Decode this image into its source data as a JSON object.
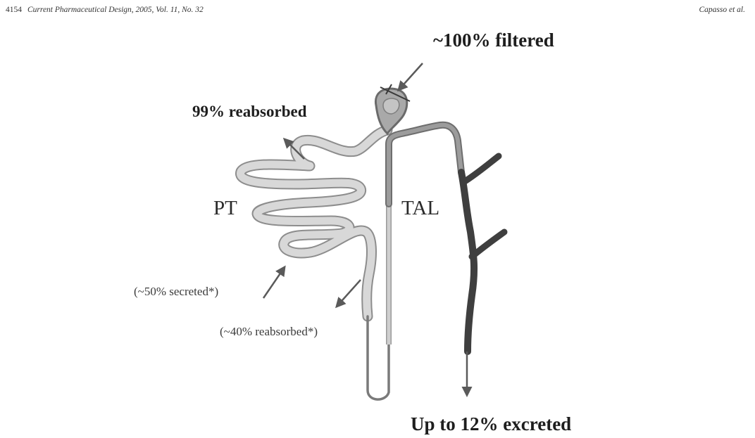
{
  "header": {
    "page_number": "4154",
    "journal_citation": "Current Pharmaceutical Design, 2005, Vol. 11, No. 32",
    "author": "Capasso et al."
  },
  "diagram": {
    "labels": {
      "filtered": "~100% filtered",
      "reabsorbed_pt": "99% reabsorbed",
      "pt": "PT",
      "tal": "TAL",
      "secreted": "(~50% secreted*)",
      "reabsorbed_loop": "(~40% reabsorbed*)",
      "excreted": "Up to 12% excreted"
    },
    "colors": {
      "proximal_tubule": "#d4d4d4",
      "thin_limb_loop": "#8a8a8a",
      "thick_ascending_limb": "#8c8c8c",
      "collecting_duct": "#4a4a4a",
      "glomerulus": "#9a9a9a",
      "arrow": "#5a5a5a"
    }
  }
}
